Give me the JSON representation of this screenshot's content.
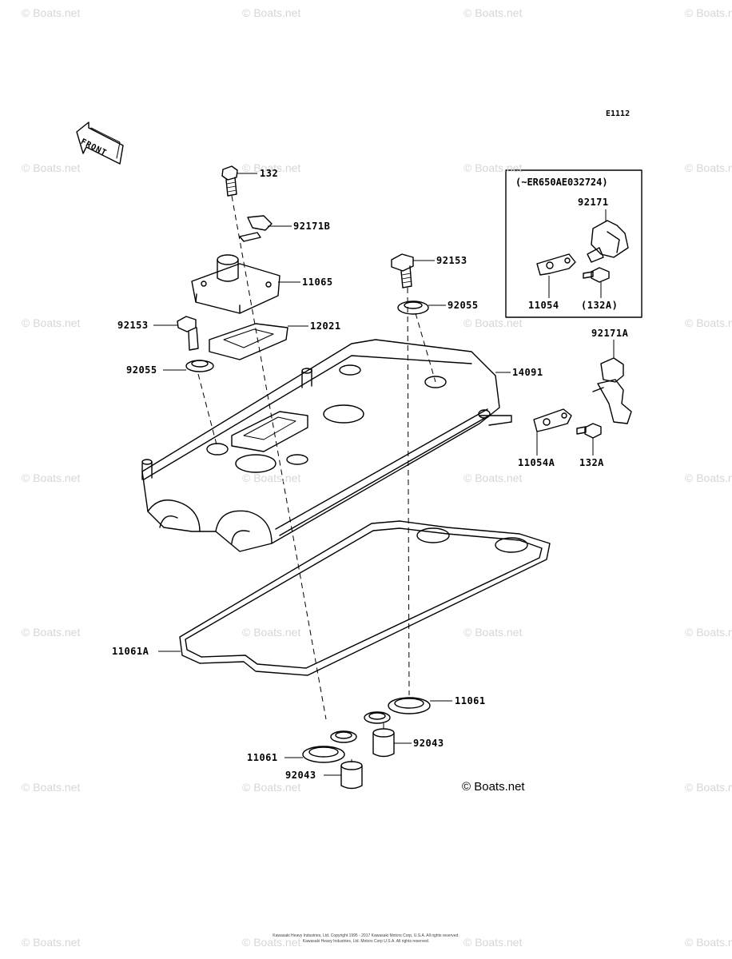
{
  "diagram": {
    "code": "E1112",
    "front_label": "FRONT",
    "copyright_mark": "© Boats.net",
    "inset_title": "(~ER650AE032724)",
    "watermark": "© Boats.net",
    "footer_line1": "Kawasaki Heavy Industries, Ltd. Copyright 1995 - 2017 Kawasaki Motors Corp, U.S.A. All rights reserved.",
    "footer_line2": "Kawasaki Heavy Industries, Ltd. Motors Corp U.S.A. All rights reserved."
  },
  "labels": {
    "p132": "132",
    "p92171B": "92171B",
    "p11065": "11065",
    "p92153_right": "92153",
    "p92055_right": "92055",
    "p92153_left": "92153",
    "p12021": "12021",
    "p92055_left": "92055",
    "p14091": "14091",
    "p92171A": "92171A",
    "p11054A": "11054A",
    "p132A": "132A",
    "p11061A": "11061A",
    "p11061_right": "11061",
    "p92043_right": "92043",
    "p11061_left": "11061",
    "p92043_left": "92043",
    "inset_92171": "92171",
    "inset_11054": "11054",
    "inset_132A": "(132A)"
  }
}
